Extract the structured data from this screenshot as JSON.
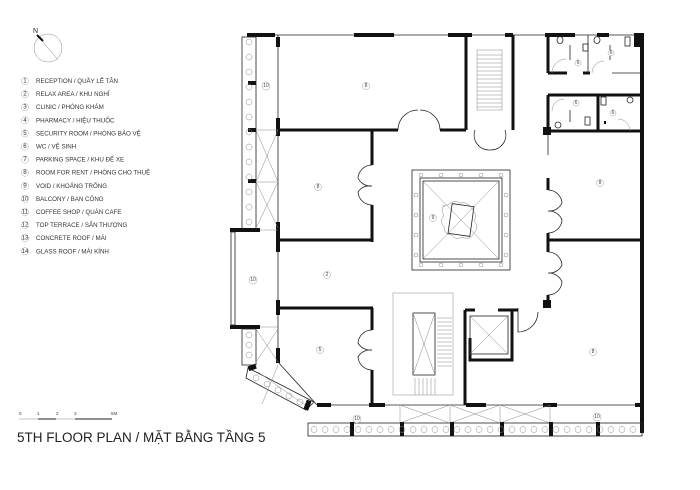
{
  "title": "5TH FLOOR PLAN / MẶT BẰNG TẦNG 5",
  "north_label": "N",
  "scale_bar": {
    "ticks": [
      "0",
      "1",
      "2",
      "3",
      "5M"
    ]
  },
  "legend": [
    {
      "num": "1",
      "label": "RECEPTION / QUẦY LỄ TÂN"
    },
    {
      "num": "2",
      "label": "RELAX AREA / KHU NGHỈ"
    },
    {
      "num": "3",
      "label": "CLINIC / PHÒNG KHÁM"
    },
    {
      "num": "4",
      "label": "PHARMACY / HIỆU THUỐC"
    },
    {
      "num": "5",
      "label": "SECURITY ROOM / PHÒNG BẢO VỆ"
    },
    {
      "num": "6",
      "label": "WC  / VỆ SINH"
    },
    {
      "num": "7",
      "label": "PARKING SPACE / KHU ĐỂ XE"
    },
    {
      "num": "8",
      "label": "ROOM FOR RENT / PHÒNG CHO THUÊ"
    },
    {
      "num": "9",
      "label": "VOID / KHOẢNG TRỐNG"
    },
    {
      "num": "10",
      "label": "BALCONY / BAN CÔNG"
    },
    {
      "num": "11",
      "label": "COFFEE SHOP / QUÁN CAFE"
    },
    {
      "num": "12",
      "label": "TOP TERRACE  / SÂN THƯỢNG"
    },
    {
      "num": "13",
      "label": "CONCRETE ROOF / MÁI"
    },
    {
      "num": "14",
      "label": "GLASS ROOF / MÁI KÍNH"
    }
  ],
  "room_tags": [
    "8",
    "8",
    "8",
    "8",
    "2",
    "5",
    "9",
    "10",
    "10",
    "10",
    "10",
    "6",
    "6",
    "6",
    "6",
    "6"
  ]
}
